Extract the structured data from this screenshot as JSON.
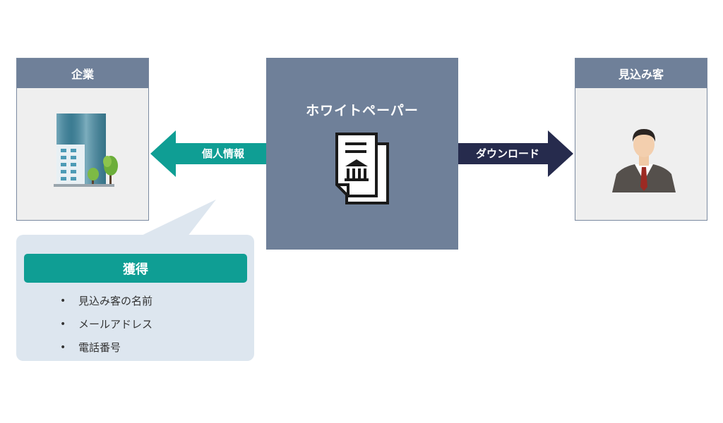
{
  "left_panel": {
    "title": "企業",
    "icon": "office-building-icon"
  },
  "right_panel": {
    "title": "見込み客",
    "icon": "businessman-icon"
  },
  "center": {
    "title": "ホワイトペーパー",
    "icon": "whitepaper-document-icon"
  },
  "arrows": {
    "left_label": "個人情報",
    "right_label": "ダウンロード",
    "left_color": "#0f9e94",
    "right_color": "#262b4d"
  },
  "callout": {
    "header": "獲得",
    "items": [
      "見込み客の名前",
      "メールアドレス",
      "電話番号"
    ]
  },
  "colors": {
    "panel_header": "#6f8099",
    "panel_body": "#efefef",
    "callout_bg": "#dde6ef",
    "accent_teal": "#0f9e94",
    "navy": "#262b4d"
  }
}
